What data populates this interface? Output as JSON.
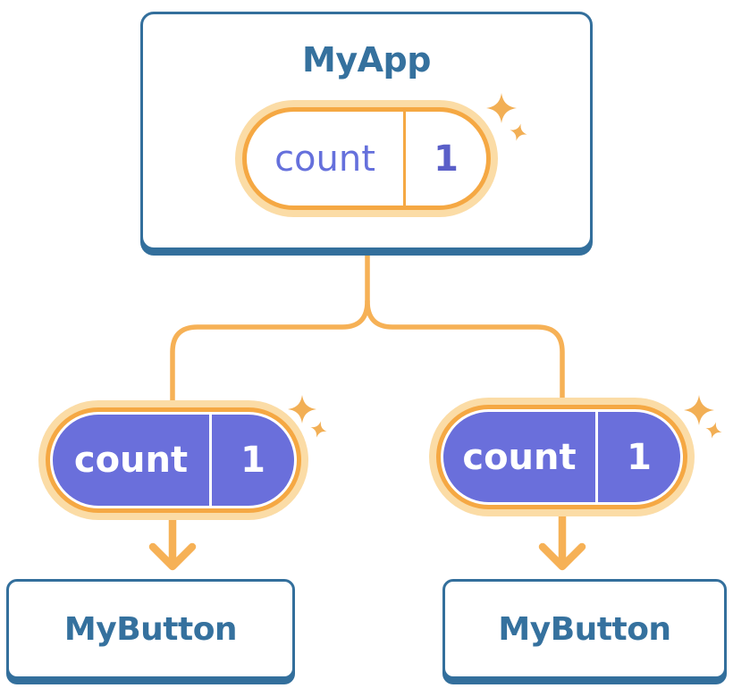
{
  "diagram": {
    "root": {
      "title": "MyApp",
      "state": {
        "label": "count",
        "value": "1"
      }
    },
    "children": [
      {
        "title": "MyButton",
        "prop": {
          "label": "count",
          "value": "1"
        }
      },
      {
        "title": "MyButton",
        "prop": {
          "label": "count",
          "value": "1"
        }
      }
    ]
  },
  "colors": {
    "background": "#FFFFFF",
    "card_border_blue": "#336F9C",
    "heading_blue": "#35719E",
    "pill_border_orange": "#F5A843",
    "pill_glow_orange": "#FBDCA6",
    "connector_orange": "#F6B156",
    "sparkle_orange": "#F2AF55",
    "state_fill_purple": "#6A6FDB",
    "state_label_purple": "#6570DC",
    "state_value_purple": "#5A5FC8"
  }
}
